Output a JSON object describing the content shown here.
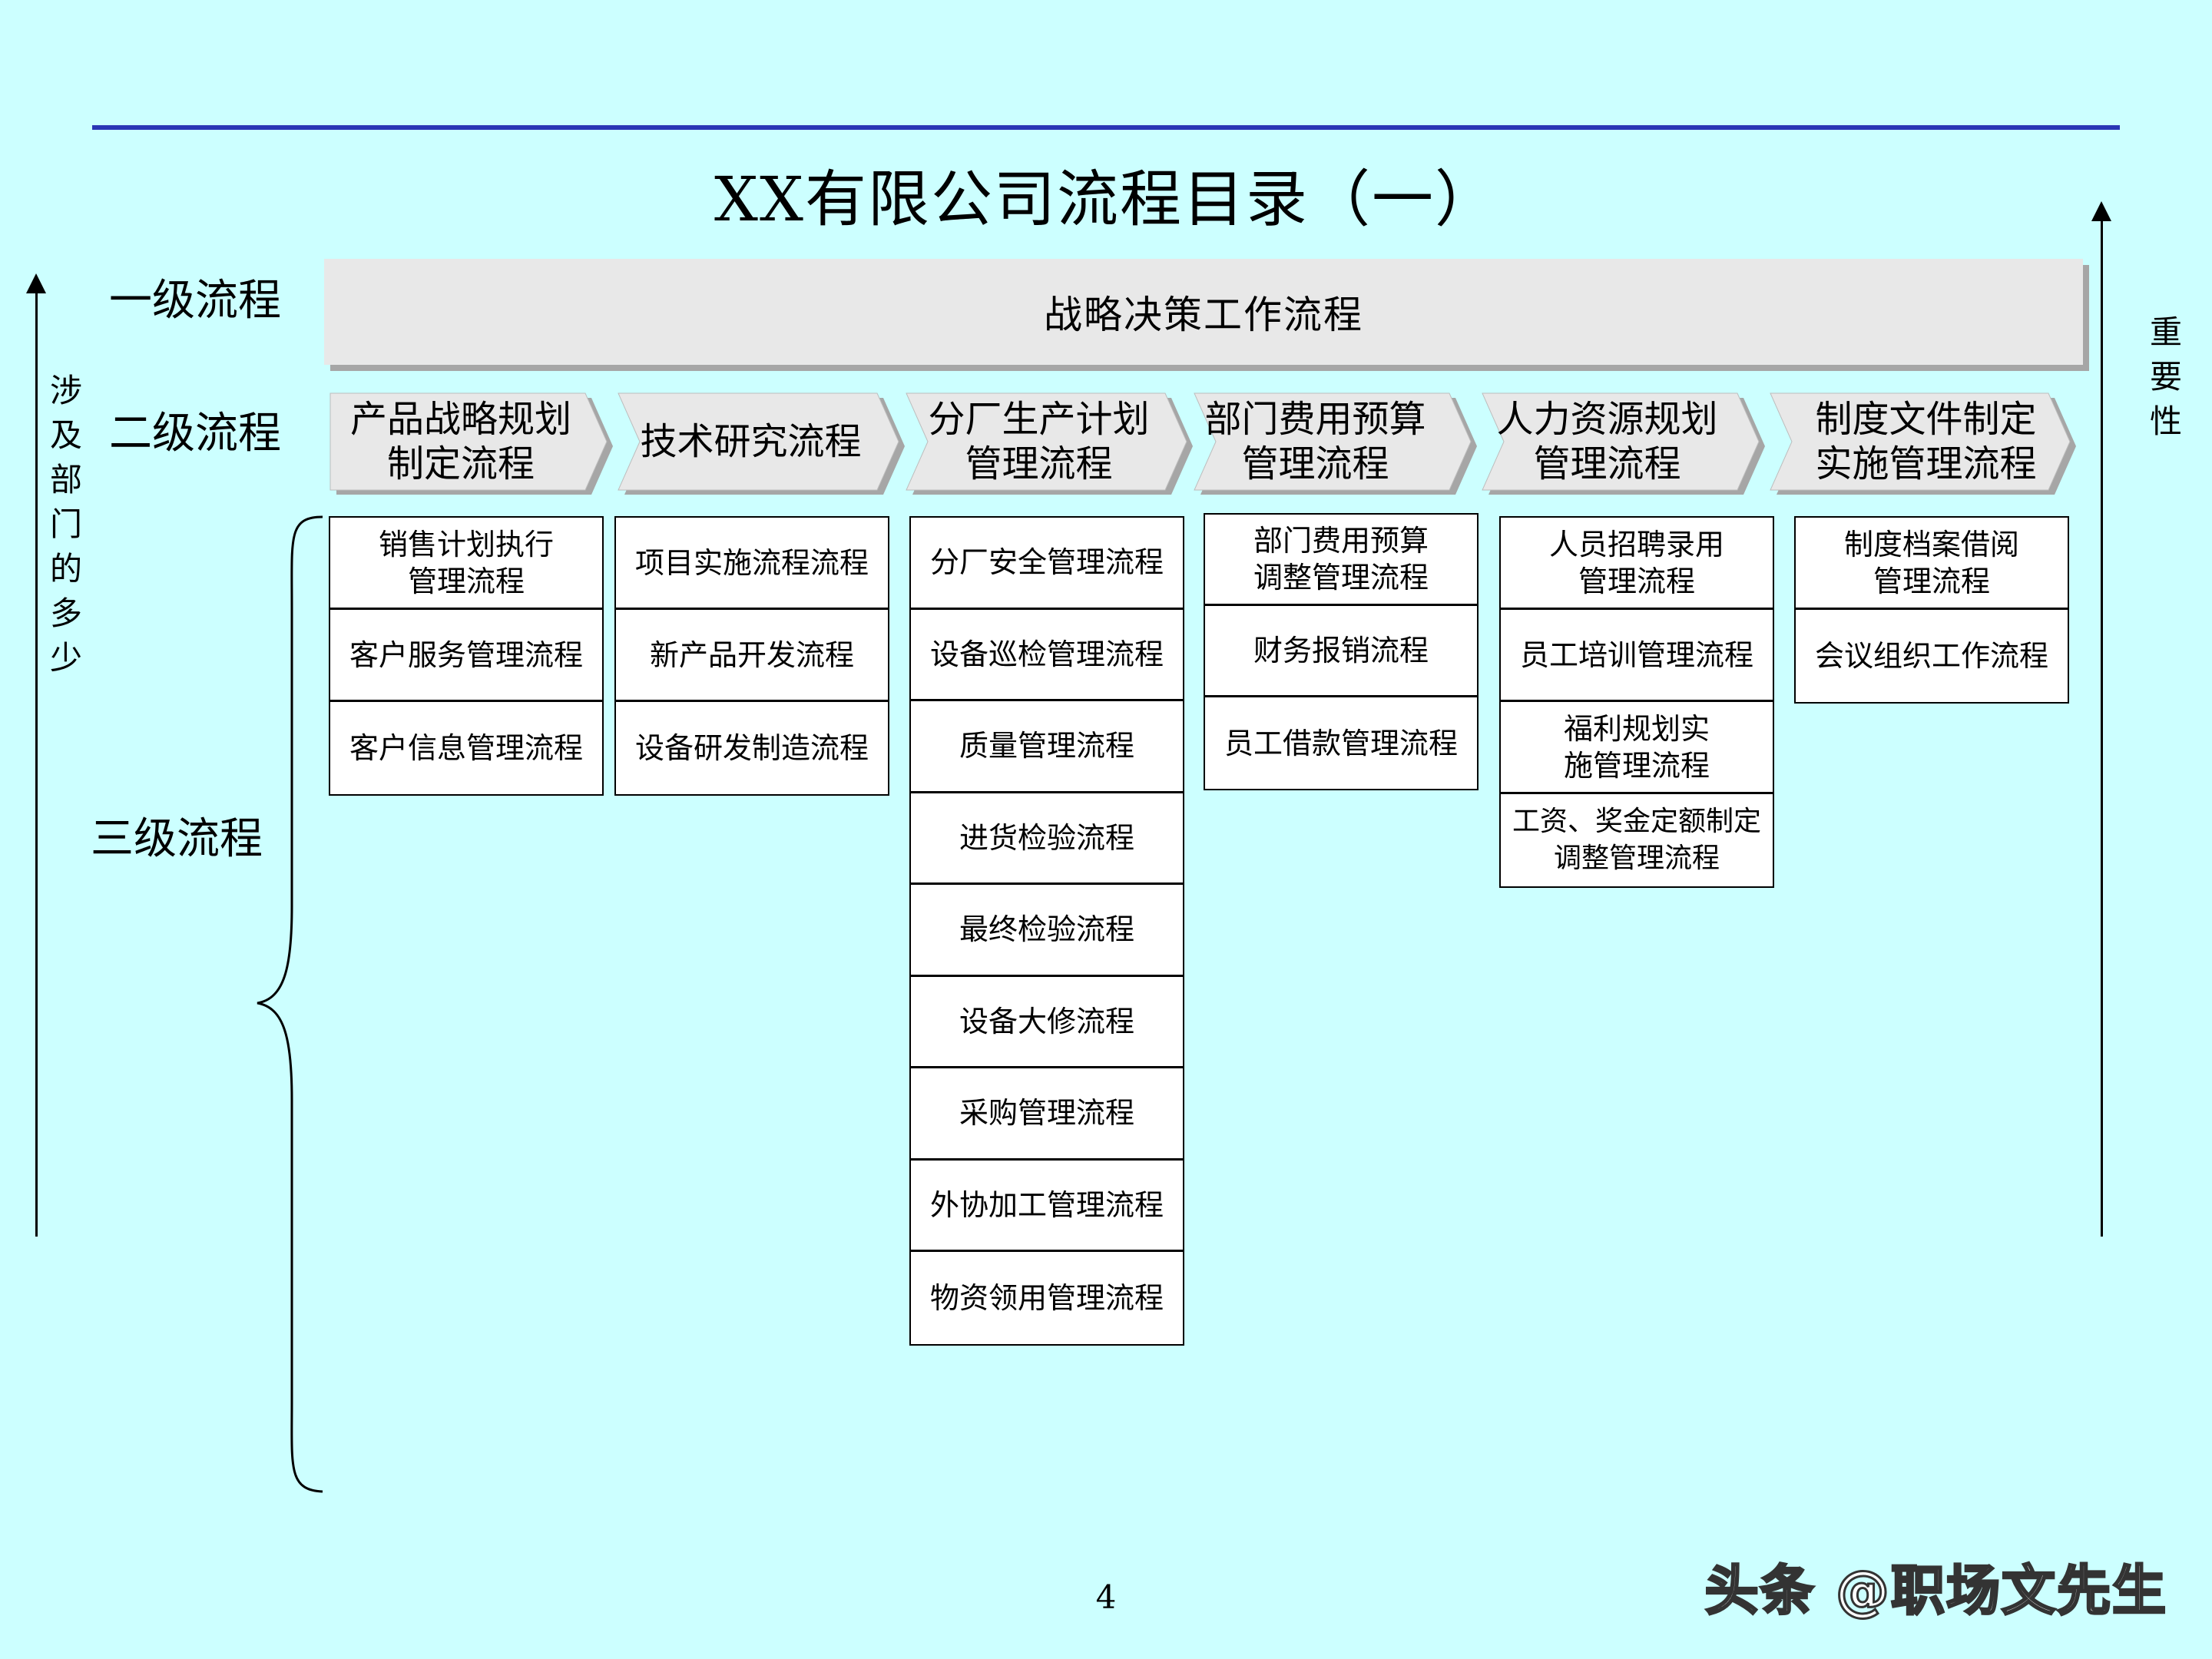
{
  "title": "XX有限公司流程目录（一）",
  "level_labels": {
    "level1": "一级流程",
    "level2": "二级流程",
    "level3": "三级流程"
  },
  "left_axis_label": "涉\n及\n部\n门\n的\n多\n少",
  "right_axis_label": "重\n要\n性",
  "level1_process": "战略决策工作流程",
  "level2_processes": [
    "产品战略规划\n制定流程",
    "技术研究流程",
    "分厂生产计划\n管理流程",
    "部门费用预算\n管理流程",
    "人力资源规划\n管理流程",
    "制度文件制定\n实施管理流程"
  ],
  "level3_columns": [
    {
      "items": [
        "销售计划执行\n管理流程",
        "客户服务管理流程",
        "客户信息管理流程"
      ]
    },
    {
      "items": [
        "项目实施流程流程",
        "新产品开发流程",
        "设备研发制造流程"
      ]
    },
    {
      "items": [
        "分厂安全管理流程",
        "设备巡检管理流程",
        "质量管理流程",
        "进货检验流程",
        "最终检验流程",
        "设备大修流程",
        "采购管理流程",
        "外协加工管理流程",
        "物资领用管理流程"
      ]
    },
    {
      "items": [
        "部门费用预算\n调整管理流程",
        "财务报销流程",
        "员工借款管理流程"
      ]
    },
    {
      "items": [
        "人员招聘录用\n管理流程",
        "员工培训管理流程",
        "福利规划实\n施管理流程",
        "工资、奖金定额制定\n调整管理流程"
      ]
    },
    {
      "items": [
        "制度档案借阅\n管理流程",
        "会议组织工作流程"
      ]
    }
  ],
  "page_number": "4",
  "watermark": "头条 @职场文先生",
  "colors": {
    "background": "#ccffff",
    "rule": "#2a35b5",
    "box_fill": "#e8e8e8",
    "shadow": "#a6a6a6"
  }
}
